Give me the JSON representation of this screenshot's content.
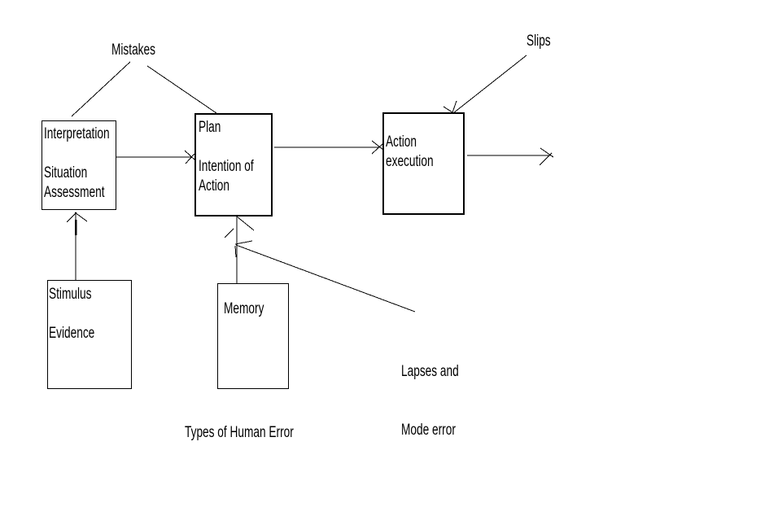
{
  "colors": {
    "background": "#ffffff",
    "ink": "#000000"
  },
  "boxes": {
    "interpretation": {
      "lines": [
        "Interpretation",
        "",
        "Situation",
        "Assessment"
      ]
    },
    "plan": {
      "lines": [
        "Plan",
        "",
        "Intention of",
        "Action"
      ]
    },
    "action": {
      "lines": [
        "Action",
        "execution"
      ]
    },
    "stimulus": {
      "lines": [
        "Stimulus",
        "",
        "Evidence"
      ]
    },
    "memory": {
      "lines": [
        "Memory"
      ]
    }
  },
  "labels": {
    "mistakes": "Mistakes",
    "slips": "Slips",
    "lapses": [
      "Lapses and",
      "Mode error"
    ],
    "caption": "Types of Human Error"
  }
}
